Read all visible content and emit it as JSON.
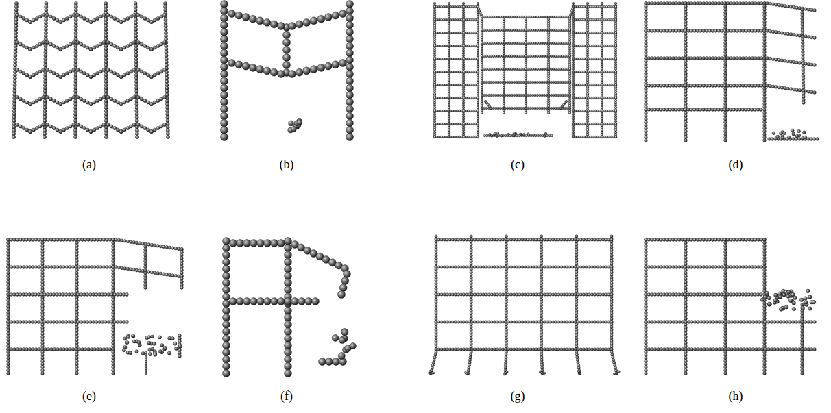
{
  "diagram": {
    "labels": [
      "(a)",
      "(b)",
      "(c)",
      "(d)",
      "(e)",
      "(f)",
      "(g)",
      "(h)"
    ]
  }
}
